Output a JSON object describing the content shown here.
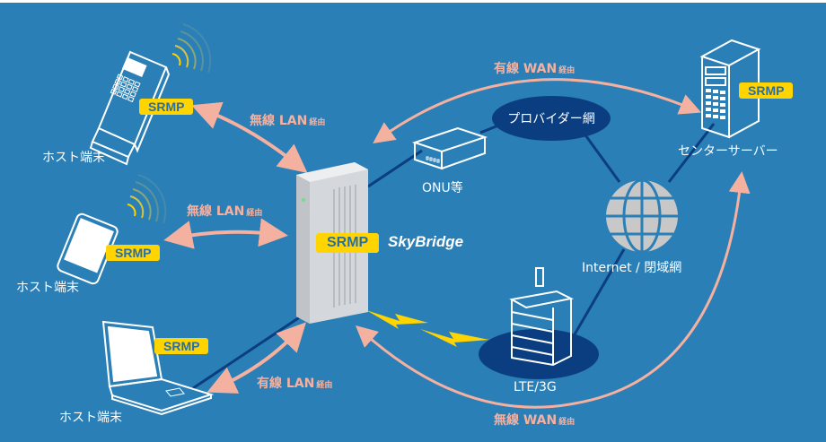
{
  "colors": {
    "background": "#2a7fb6",
    "arrow": "#f5b1a0",
    "badge": "#ffd400",
    "badge_text": "#2a6ea6",
    "network": "#0b3e80",
    "line": "#0b3e80",
    "globe": "#c8c8c8"
  },
  "nodes": {
    "host_terminal_1": {
      "label": "ホスト端末",
      "badge": "SRMP",
      "icon": "payment-terminal-icon"
    },
    "host_terminal_2": {
      "label": "ホスト端末",
      "badge": "SRMP",
      "icon": "tablet-icon"
    },
    "host_terminal_3": {
      "label": "ホスト端末",
      "badge": "SRMP",
      "icon": "laptop-icon"
    },
    "router": {
      "badge": "SRMP",
      "brand": "SkyBridge",
      "icon": "router-icon"
    },
    "onu": {
      "label": "ONU等",
      "icon": "onu-icon"
    },
    "provider_network": {
      "label": "プロバイダー網"
    },
    "internet": {
      "label": "Internet / 閉域網",
      "icon": "globe-icon"
    },
    "lte": {
      "label": "LTE/3G",
      "icon": "base-station-icon"
    },
    "center_server": {
      "label": "センターサーバー",
      "badge": "SRMP",
      "icon": "server-icon"
    }
  },
  "connections": {
    "wireless_lan_1": {
      "main": "無線 LAN",
      "suffix": "経由"
    },
    "wireless_lan_2": {
      "main": "無線 LAN",
      "suffix": "経由"
    },
    "wired_lan": {
      "main": "有線 LAN",
      "suffix": "経由"
    },
    "wired_wan": {
      "main": "有線 WAN",
      "suffix": "経由"
    },
    "wireless_wan": {
      "main": "無線 WAN",
      "suffix": "経由"
    }
  }
}
